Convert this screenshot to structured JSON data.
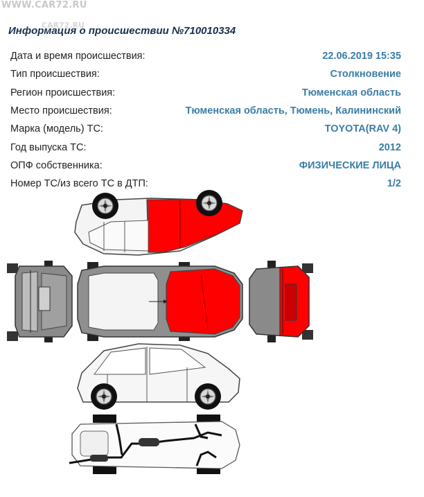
{
  "watermark": "WWW.CAR72.RU",
  "watermark_small": "CAR72.RU",
  "title": "Информация о происшествии №710010334",
  "rows": [
    {
      "label": "Дата и время происшествия:",
      "value": "22.06.2019 15:35"
    },
    {
      "label": "Тип происшествия:",
      "value": "Столкновение"
    },
    {
      "label": "Регион происшествия:",
      "value": "Тюменская область"
    },
    {
      "label": "Место происшествия:",
      "value": "Тюменская область, Тюмень, Калининский"
    },
    {
      "label": "Марка (модель) ТС:",
      "value": "TOYOTA(RAV 4)"
    },
    {
      "label": "Год выпуска ТС:",
      "value": "2012"
    },
    {
      "label": "ОПФ собственника:",
      "value": "ФИЗИЧЕСКИЕ ЛИЦА"
    },
    {
      "label": "Номер ТС/из всего ТС в ДТП:",
      "value": "1/2"
    }
  ],
  "damage_diagram": {
    "damaged_zone": "front",
    "damage_color": "#ff0000"
  }
}
